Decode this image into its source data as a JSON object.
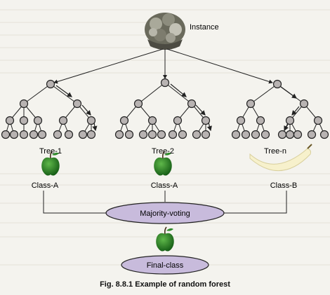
{
  "instance_label": "Instance",
  "trees": [
    {
      "name": "Tree-1",
      "class_label": "Class-A",
      "fruit": "apple-icon"
    },
    {
      "name": "Tree-2",
      "class_label": "Class-A",
      "fruit": "apple-icon"
    },
    {
      "name": "Tree-n",
      "class_label": "Class-B",
      "fruit": "banana-icon"
    }
  ],
  "majority_label": "Majority-voting",
  "final_label": "Final-class",
  "caption": "Fig. 8.8.1 Example of random forest",
  "colors": {
    "node": "#b8b3b2",
    "ellipse": "#c8bbdc",
    "apple": "#1f7a1e",
    "banana": "#f6f0c8"
  }
}
